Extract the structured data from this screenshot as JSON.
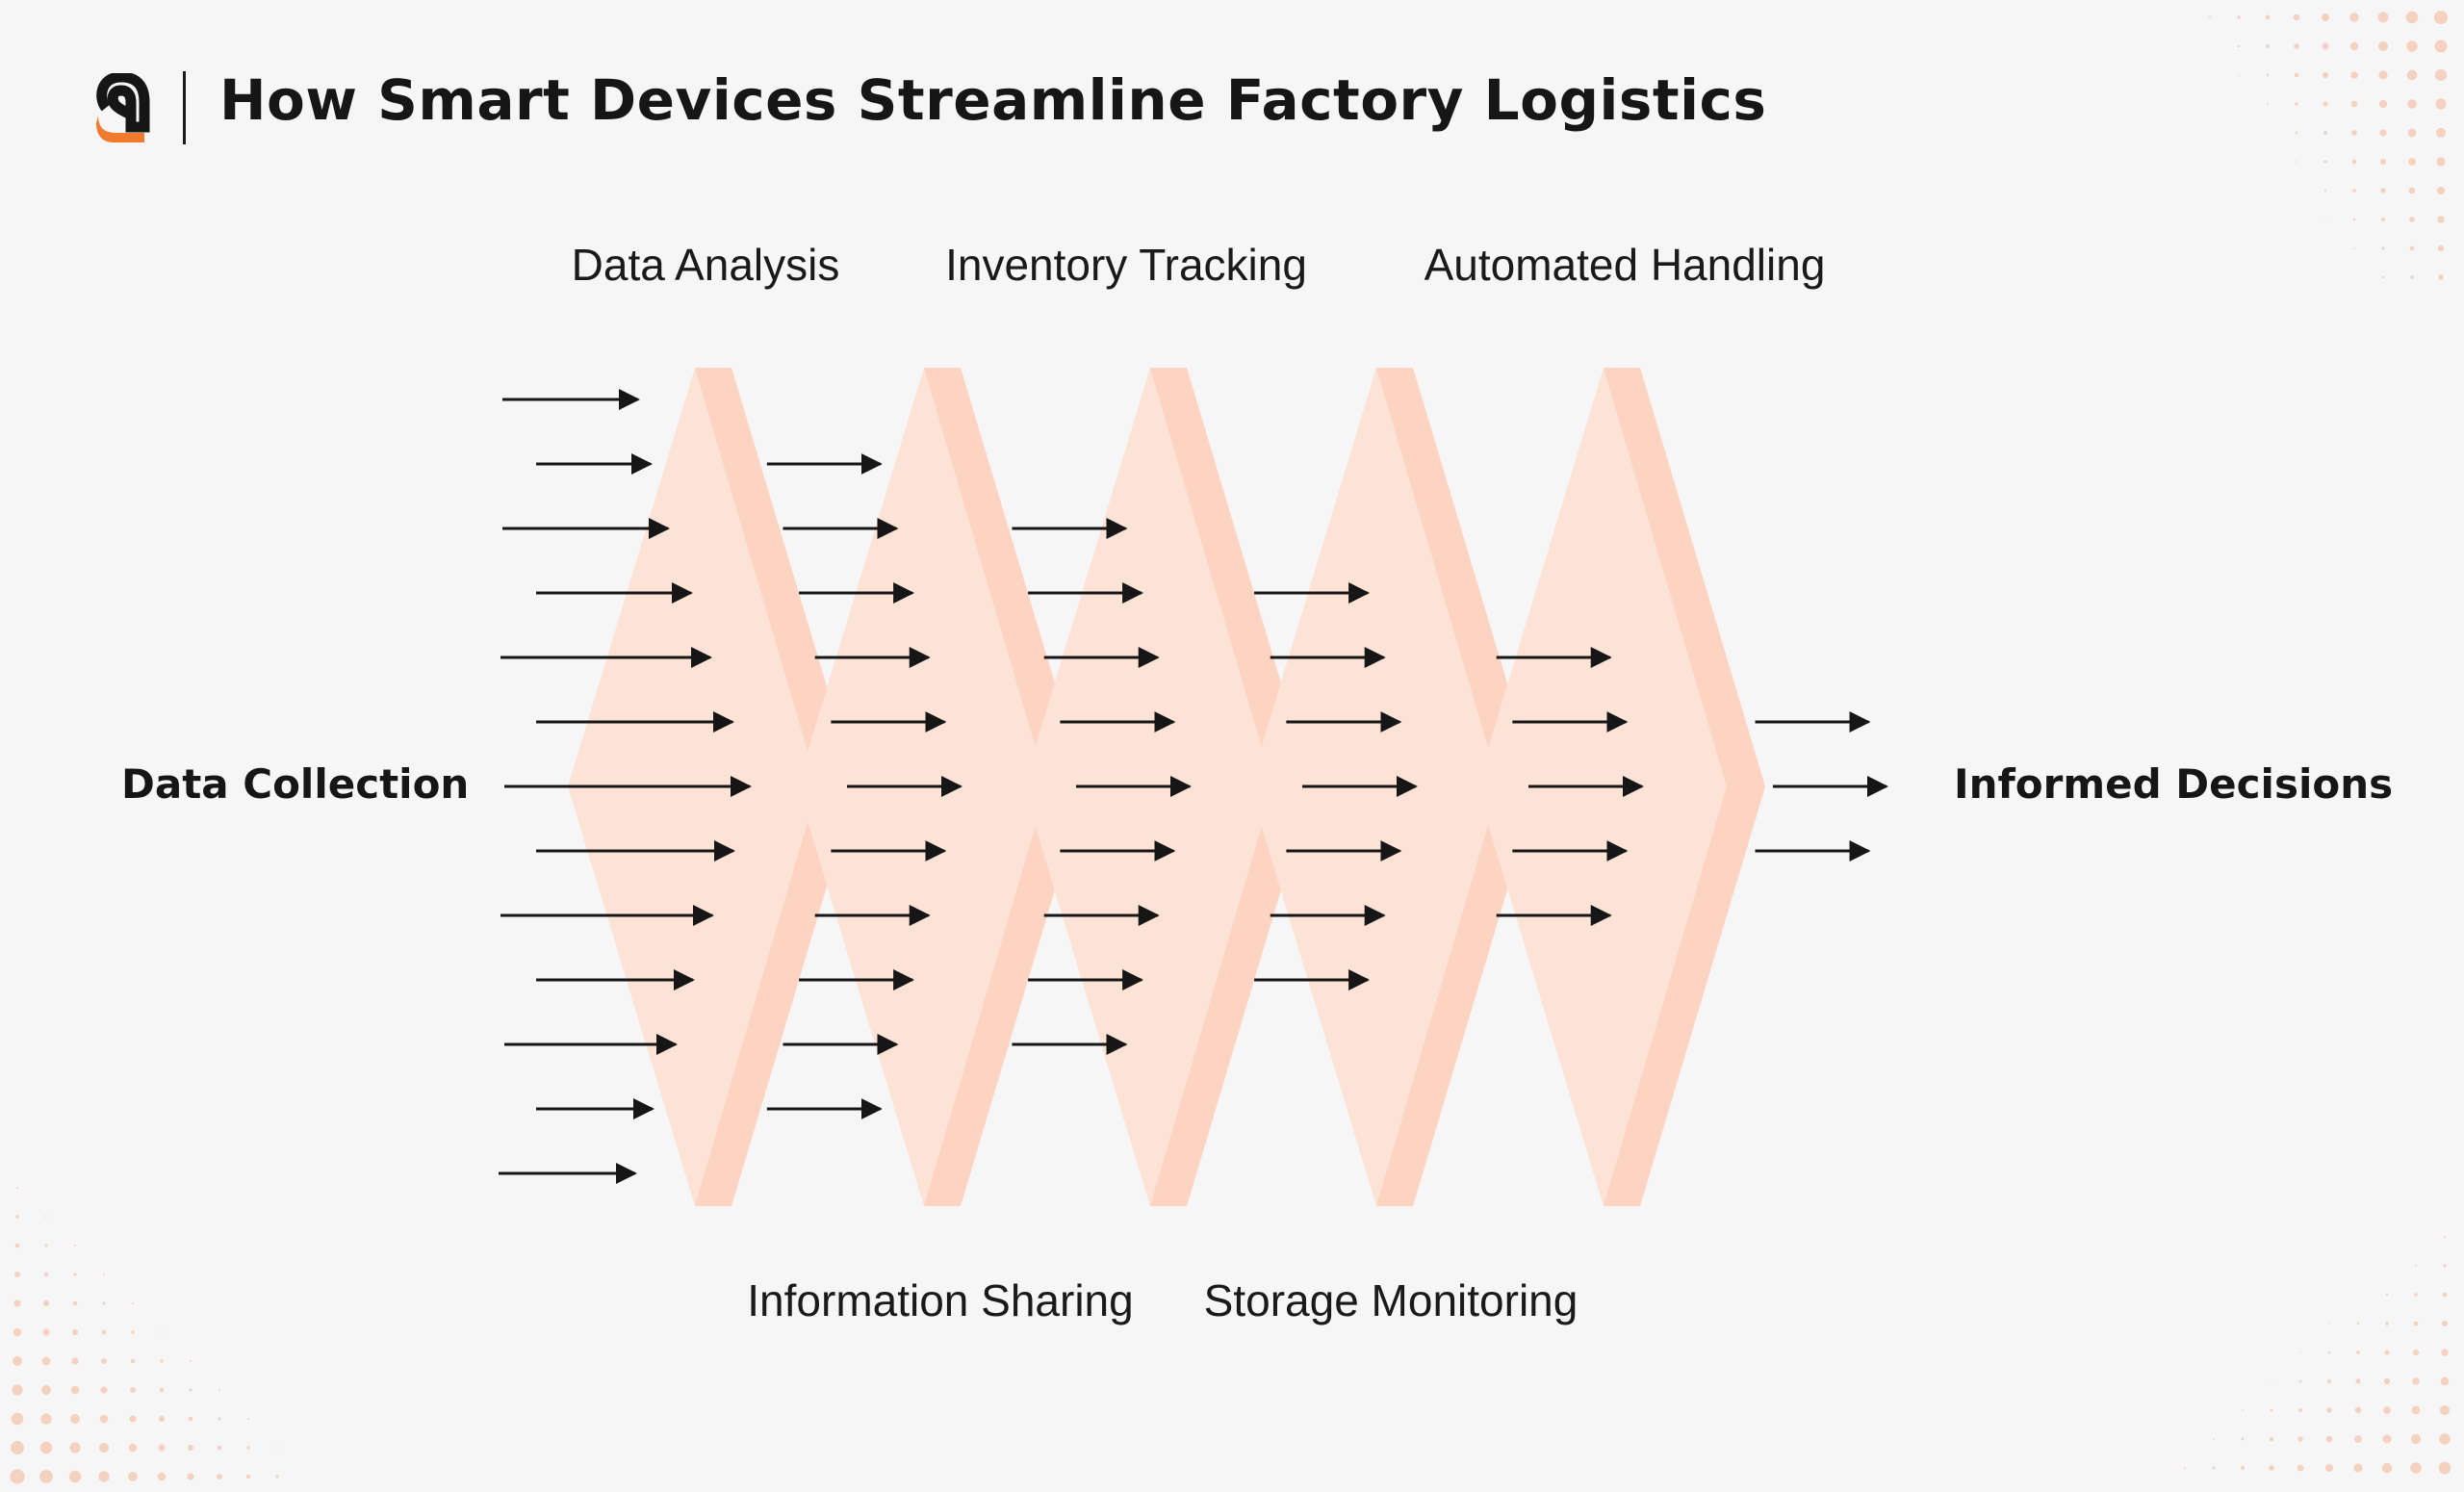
{
  "header": {
    "title": "How Smart Devices Streamline Factory Logistics",
    "logo_icon": "brand-logo-icon"
  },
  "diagram": {
    "input_label": "Data Collection",
    "output_label": "Informed Decisions",
    "stages": [
      {
        "label": "Data Analysis",
        "position": "top"
      },
      {
        "label": "Information Sharing",
        "position": "bottom"
      },
      {
        "label": "Inventory Tracking",
        "position": "top"
      },
      {
        "label": "Storage Monitoring",
        "position": "bottom"
      },
      {
        "label": "Automated Handling",
        "position": "top"
      }
    ],
    "arrow_counts": [
      13,
      11,
      9,
      7,
      5,
      3
    ]
  },
  "colors": {
    "background": "#f6f6f6",
    "chevron_fill": "#fde2d6",
    "chevron_band": "#fdd3c1",
    "arrow": "#161616",
    "dots": "#f5d2c0",
    "logo_dark": "#161616",
    "logo_accent": "#f07a2e"
  }
}
